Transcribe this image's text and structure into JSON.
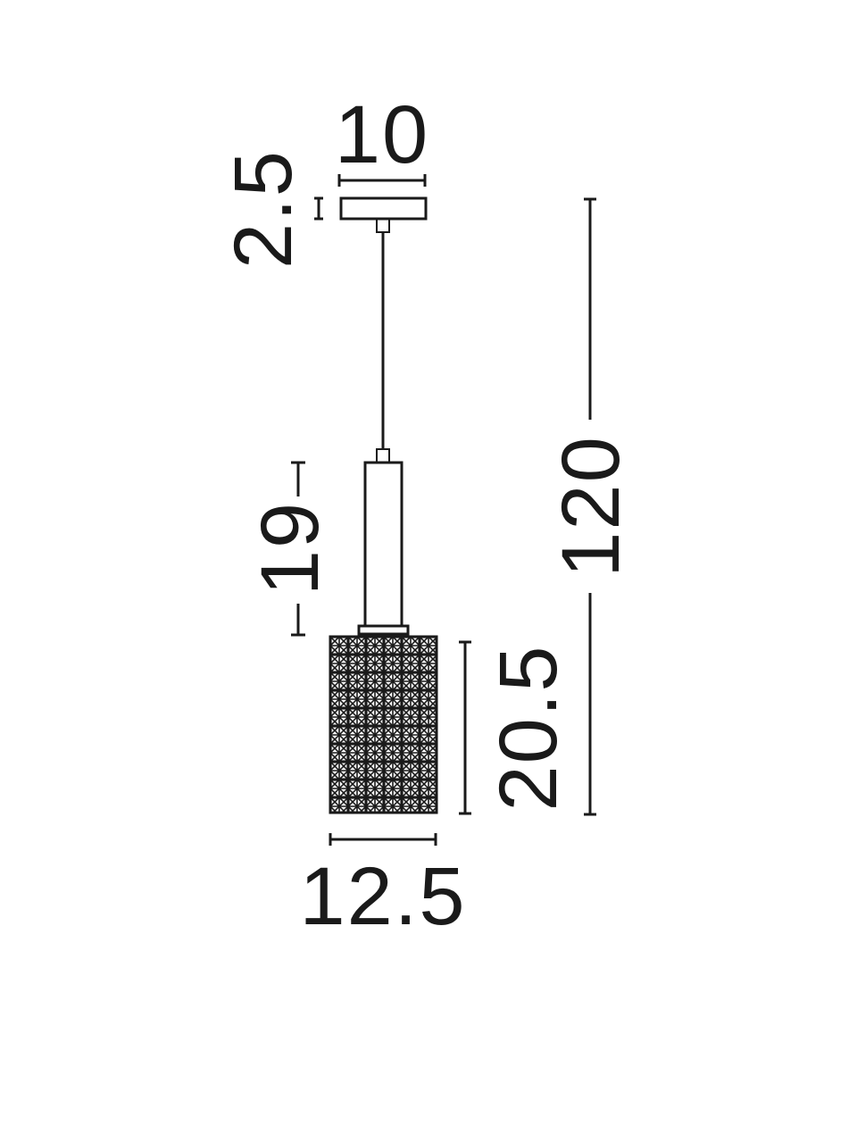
{
  "diagram": {
    "colors": {
      "ink": "#1a1a1a",
      "background": "#ffffff"
    },
    "dimensions": {
      "canopy_width": "10",
      "canopy_height": "2.5",
      "total_height": "120",
      "holder_height": "19",
      "shade_height": "20.5",
      "shade_width": "12.5"
    }
  }
}
